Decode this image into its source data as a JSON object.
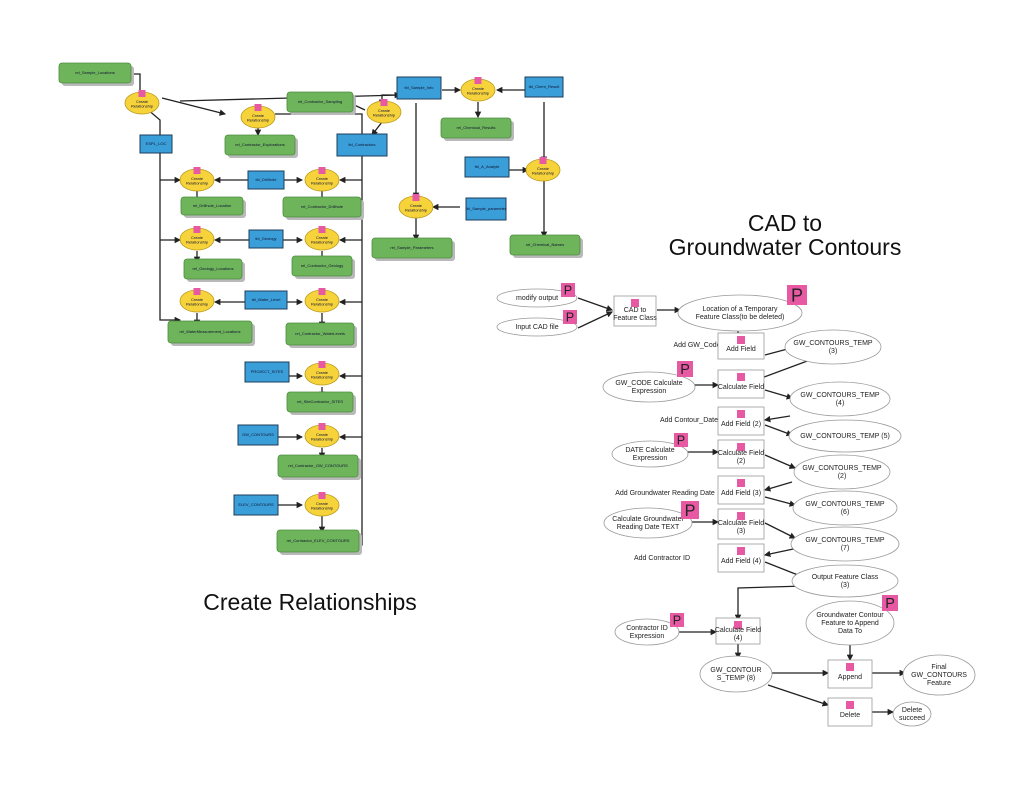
{
  "titles": {
    "right": [
      "CAD to",
      "Groundwater Contours"
    ],
    "left": "Create Relationships"
  },
  "left_diagram": {
    "tables": [
      {
        "id": "sample_info",
        "label": "tbl_Sample_Info"
      },
      {
        "id": "chem_result",
        "label": "tbl_Chem_Result"
      },
      {
        "id": "espl_loc",
        "label": "ESPL_LOC"
      },
      {
        "id": "contractors",
        "label": "tbl_Contractors"
      },
      {
        "id": "drillhole",
        "label": "tbl_Drillhole"
      },
      {
        "id": "geology",
        "label": "tbl_Geology"
      },
      {
        "id": "water_level",
        "label": "tbl_Water_Level"
      },
      {
        "id": "a_analyte",
        "label": "tbl_A_Analyte"
      },
      {
        "id": "sample_param",
        "label": "tbl_Sample_parameter"
      },
      {
        "id": "project_sites",
        "label": "PROJECT_SITES"
      },
      {
        "id": "gw_contours",
        "label": "GW_CONTOURS"
      },
      {
        "id": "elev_contours",
        "label": "ELEV_CONTOURS"
      }
    ],
    "tool_label": [
      "Create",
      "Relationship"
    ],
    "outputs": [
      {
        "id": "r_sample_loc",
        "label": "rel_Sample_Locations"
      },
      {
        "id": "r_contr_sampling",
        "label": "rel_Contractor_Sampling"
      },
      {
        "id": "r_contr_expl",
        "label": "rel_Contractor_Explorations"
      },
      {
        "id": "r_chem_results",
        "label": "rel_Chemical_Results"
      },
      {
        "id": "r_dh_loc",
        "label": "rel_Drillhole_Location"
      },
      {
        "id": "r_contr_dh",
        "label": "rel_Contractor_Drillhole"
      },
      {
        "id": "r_geo_loc",
        "label": "rel_Geology_Locations"
      },
      {
        "id": "r_contr_geo",
        "label": "rel_Contractor_Geology"
      },
      {
        "id": "r_wm_loc",
        "label": "rel_WaterMeasurement_Locations"
      },
      {
        "id": "r_contr_wl",
        "label": "rel_Contractor_WaterLevels"
      },
      {
        "id": "r_sample_param",
        "label": "rel_Sample_Parameters"
      },
      {
        "id": "r_chem_names",
        "label": "rel_Chemical_Names"
      },
      {
        "id": "r_site_contr",
        "label": "rel_SiteContractor_SITES"
      },
      {
        "id": "r_contr_gw",
        "label": "rel_Contractor_GW_CONTOURS"
      },
      {
        "id": "r_contr_elev",
        "label": "rel_Contractor_ELEV_CONTOURS"
      }
    ]
  },
  "right_diagram": {
    "inputs": {
      "modify_output": "modify output",
      "input_cad": "Input CAD file",
      "gw_code_expr": [
        "GW_CODE Calculate",
        "Expression"
      ],
      "date_expr": [
        "DATE Calculate",
        "Expression"
      ],
      "gw_reading_expr": [
        "Calculate Groundwater",
        "Reading Date TEXT"
      ],
      "contractor_expr": [
        "Contractor ID",
        "Expression"
      ],
      "append_target": [
        "Groundwater Contour",
        "Feature to Append",
        "Data To"
      ]
    },
    "tools": {
      "cad_to_fc": [
        "CAD to",
        "Feature Class"
      ],
      "add_field": "Add Field",
      "calc_field": "Calculate Field",
      "add_field_2": "Add Field (2)",
      "calc_field_2": [
        "Calculate Field",
        "(2)"
      ],
      "add_field_3": "Add Field (3)",
      "calc_field_3": [
        "Calculate Field",
        "(3)"
      ],
      "add_field_4": "Add Field (4)",
      "calc_field_4": [
        "Calculate Field",
        "(4)"
      ],
      "append": "Append",
      "delete": "Delete"
    },
    "step_labels": {
      "add_gw_code": "Add GW_Code",
      "add_contour_date": "Add Contour_Date",
      "add_gw_reading_date": "Add Groundwater Reading Date",
      "add_contractor_id": "Add Contractor ID"
    },
    "outputs": {
      "temp_location": [
        "Location of a Temporary",
        "Feature Class(to be deleted)"
      ],
      "temp3": [
        "GW_CONTOURS_TEMP",
        "(3)"
      ],
      "temp4": [
        "GW_CONTOURS_TEMP",
        "(4)"
      ],
      "temp5": "GW_CONTOURS_TEMP (5)",
      "temp2": [
        "GW_CONTOURS_TEMP",
        "(2)"
      ],
      "temp6": [
        "GW_CONTOURS_TEMP",
        "(6)"
      ],
      "temp7": [
        "GW_CONTOURS_TEMP",
        "(7)"
      ],
      "output_fc": [
        "Output Feature Class",
        "(3)"
      ],
      "temp8": [
        "GW_CONTOUR",
        "S_TEMP (8)"
      ],
      "final": [
        "Final",
        "GW_CONTOURS",
        "Feature"
      ],
      "delete_succeed": [
        "Delete",
        "succeed"
      ]
    },
    "param_marker": "P"
  },
  "colors": {
    "table": "#3a9fd8",
    "output": "#6db45a",
    "tool": "#f6d33b",
    "param": "#e75aa3"
  }
}
